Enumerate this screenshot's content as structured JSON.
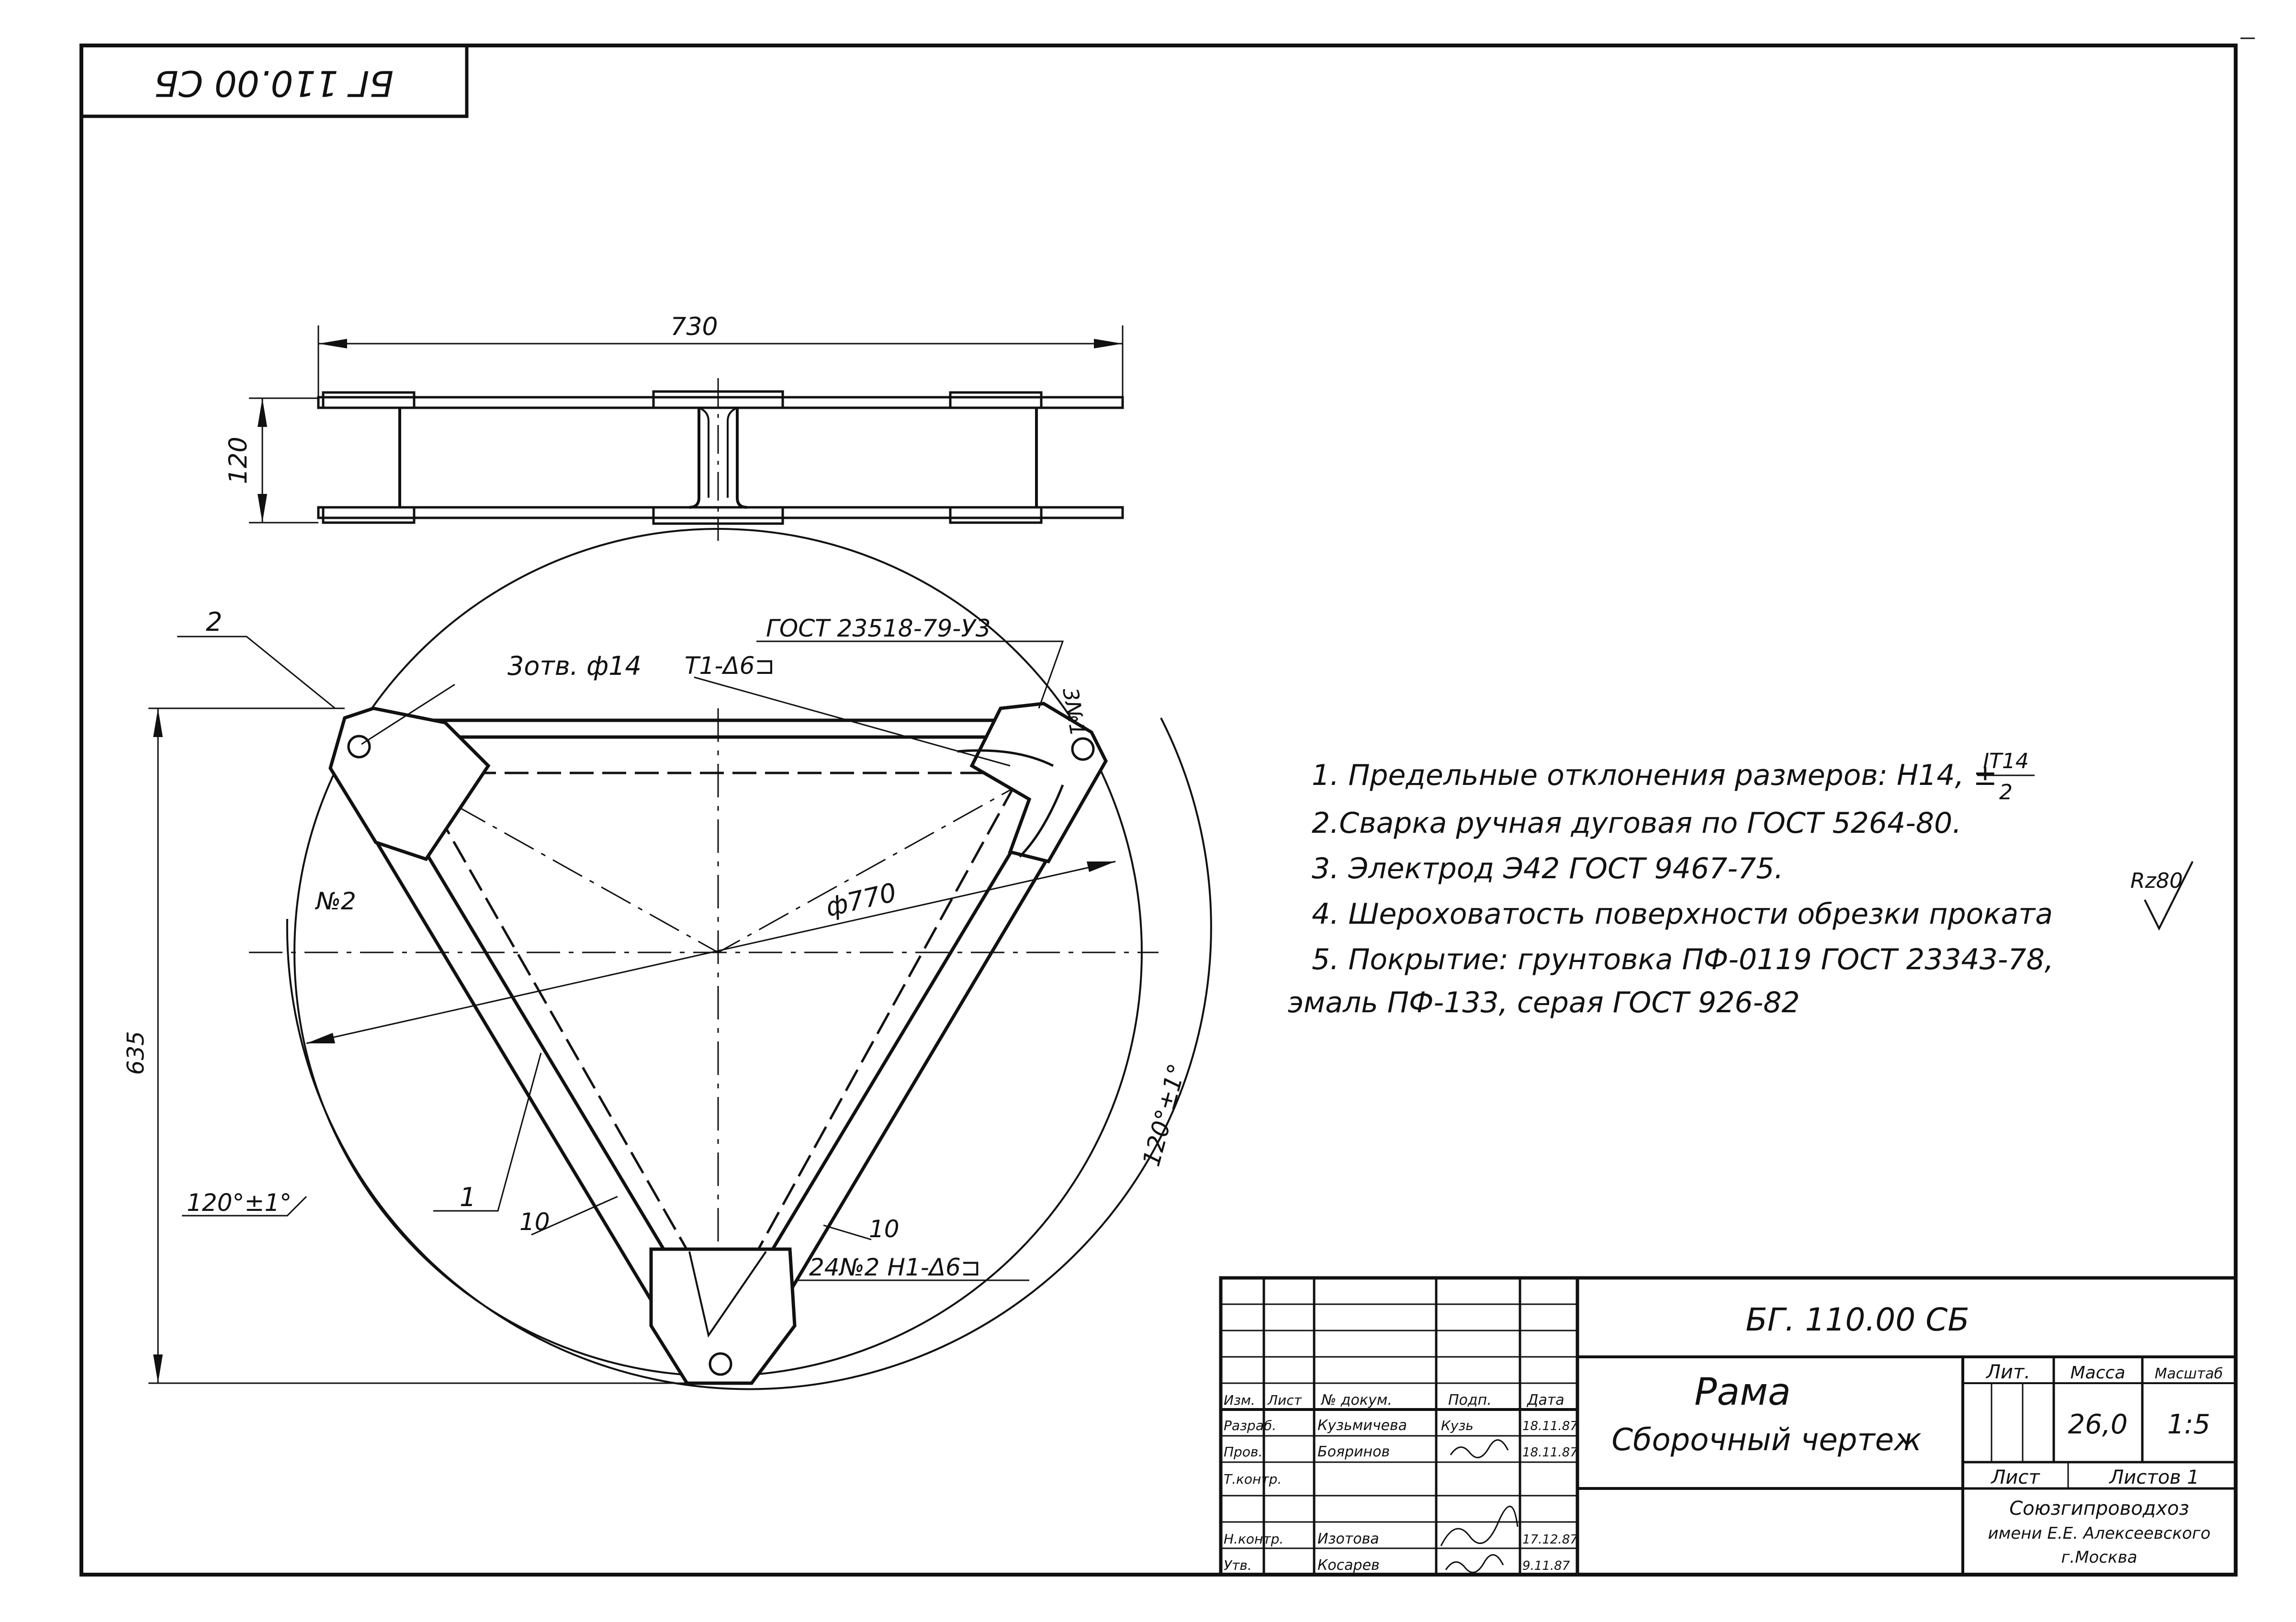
{
  "stamp": {
    "code_rotated": "БГ 110.00 СБ"
  },
  "top_view": {
    "dim_length": "730",
    "dim_height": "120"
  },
  "plan_view": {
    "callouts": {
      "pos2": "2",
      "pos1": "1",
      "holes": "3отв. ф14",
      "weld_standard": "ГОСТ 23518-79-У3",
      "weld_1": "Т1-Δ6⊐",
      "weld_mark_top": "3№1",
      "weld_mark_left": "№2",
      "diameter": "ф770",
      "height": "635",
      "angle_left": "120°±1°",
      "angle_right": "120°±1°",
      "dim_10_left": "10",
      "dim_10_right": "10",
      "weld_bottom": "24№2 Н1-Δ6⊐"
    }
  },
  "notes": {
    "n1": "1. Предельные отклонения размеров: Н14, ±",
    "n1_frac_num": "IT14",
    "n1_frac_den": "2",
    "n2": "2.Сварка ручная дуговая по ГОСТ 5264-80.",
    "n3": "3. Электрод Э42 ГОСТ 9467-75.",
    "n4": "4. Шероховатость поверхности обрезки проката",
    "roughness": "Rz80",
    "n5": "5. Покрытие: грунтовка ПФ-0119 ГОСТ 23343-78,",
    "n5b": "эмаль ПФ-133, серая ГОСТ 926-82"
  },
  "title_block": {
    "designation": "БГ. 110.00 СБ",
    "name": "Рама",
    "doc_type": "Сборочный чертеж",
    "headers": {
      "izm": "Изм.",
      "list": "Лист",
      "doc_no": "№ докум.",
      "sign": "Подп.",
      "date": "Дата"
    },
    "rows": [
      {
        "role": "Разраб.",
        "name": "Кузьмичева",
        "sign": "Кузь",
        "date": "18.11.87"
      },
      {
        "role": "Пров.",
        "name": "Бояринов",
        "sign": "",
        "date": "18.11.87"
      },
      {
        "role": "Т.контр.",
        "name": "",
        "sign": "",
        "date": ""
      },
      {
        "role": "Н.контр.",
        "name": "Изотова",
        "sign": "",
        "date": "17.12.87"
      },
      {
        "role": "Утв.",
        "name": "Косарев",
        "sign": "",
        "date": "9.11.87"
      }
    ],
    "lit_label": "Лит.",
    "mass_label": "Масса",
    "scale_label": "Масштаб",
    "mass": "26,0",
    "scale": "1:5",
    "sheet_label": "Лист",
    "sheets_label": "Листов 1",
    "org_1": "Союзгипроводхоз",
    "org_2": "имени Е.Е. Алексеевского",
    "org_3": "г.Москва"
  }
}
